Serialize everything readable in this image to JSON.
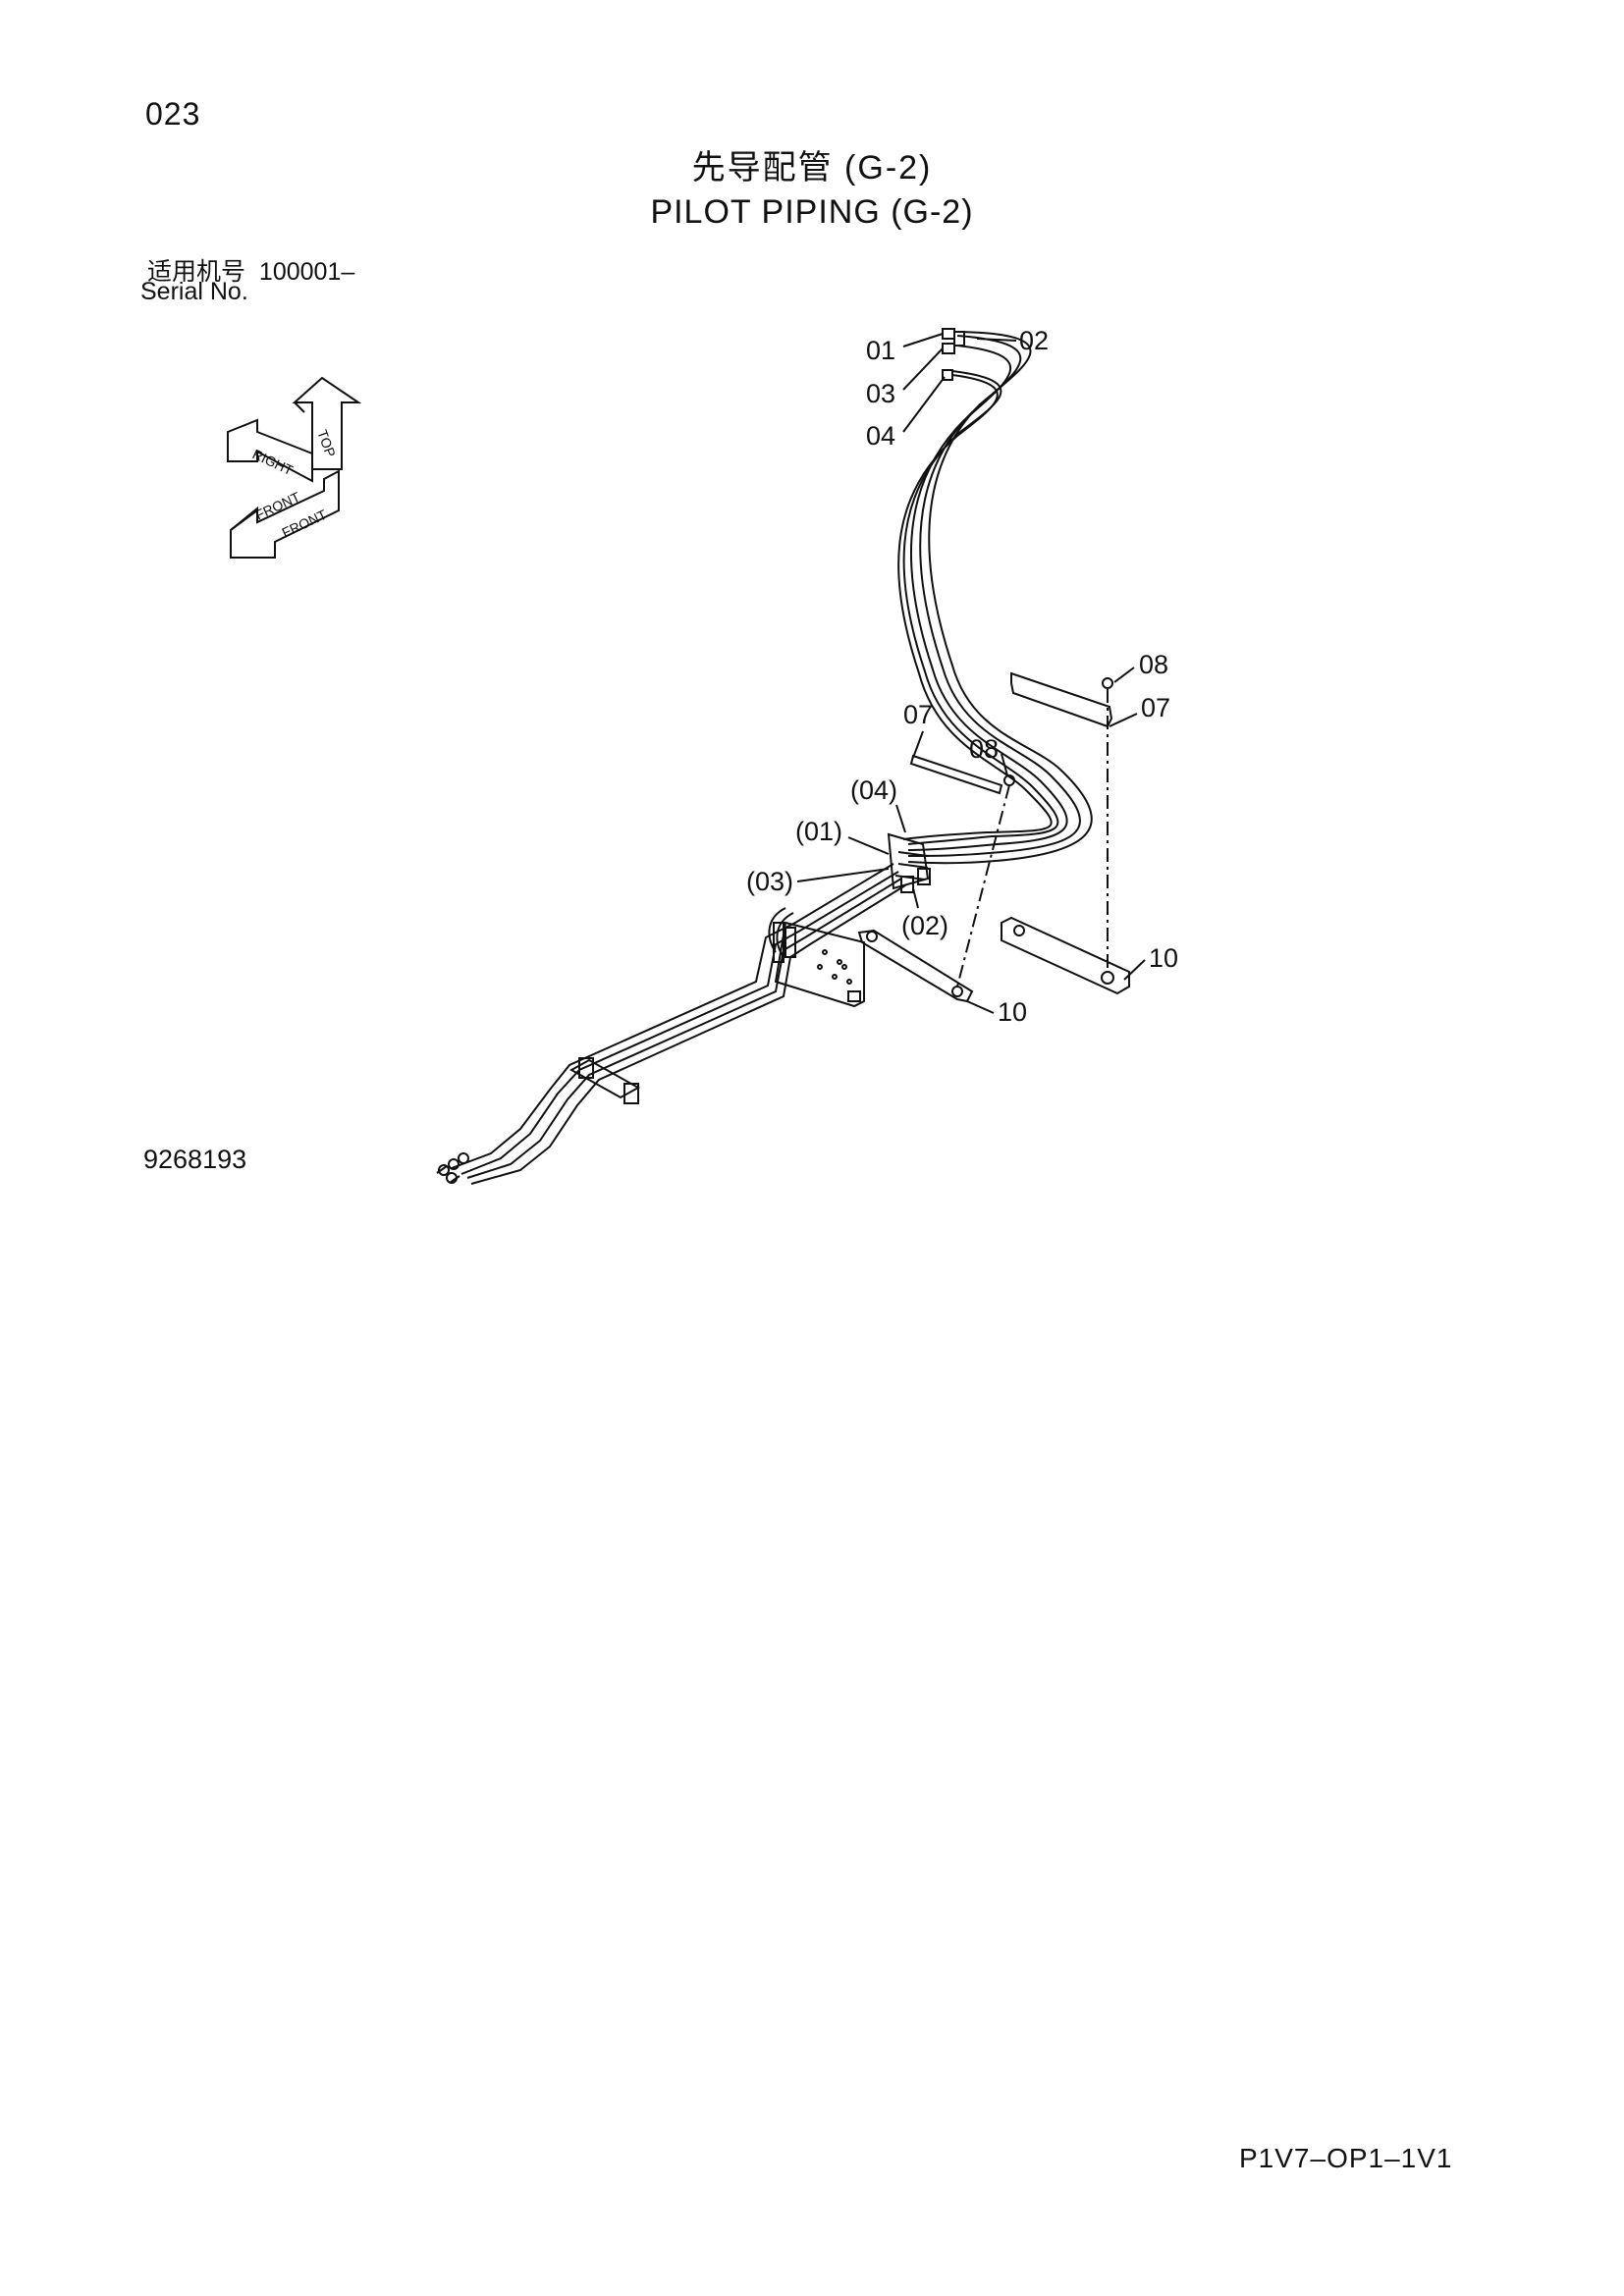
{
  "header": {
    "page_number": "023",
    "title_cn": "先导配管 (G-2)",
    "title_en": "PILOT  PIPING (G-2)",
    "serial_label_cn": "适用机号",
    "serial_value": "100001–",
    "serial_label_en": "Serial No."
  },
  "orientation_icon": {
    "labels": [
      "FRONT",
      "RIGHT",
      "TOP"
    ]
  },
  "callouts": {
    "c01": "01",
    "c02": "02",
    "c03": "03",
    "c04": "04",
    "c07_top": "07",
    "c08_top": "08",
    "c07_right": "07",
    "c08_right": "08",
    "c04_paren": "(04)",
    "c01_paren": "(01)",
    "c03_paren": "(03)",
    "c02_paren": "(02)",
    "c10_right": "10",
    "c10_mid": "10"
  },
  "footer": {
    "drawing_number": "9268193",
    "sheet_code": "P1V7–OP1–1V1"
  }
}
